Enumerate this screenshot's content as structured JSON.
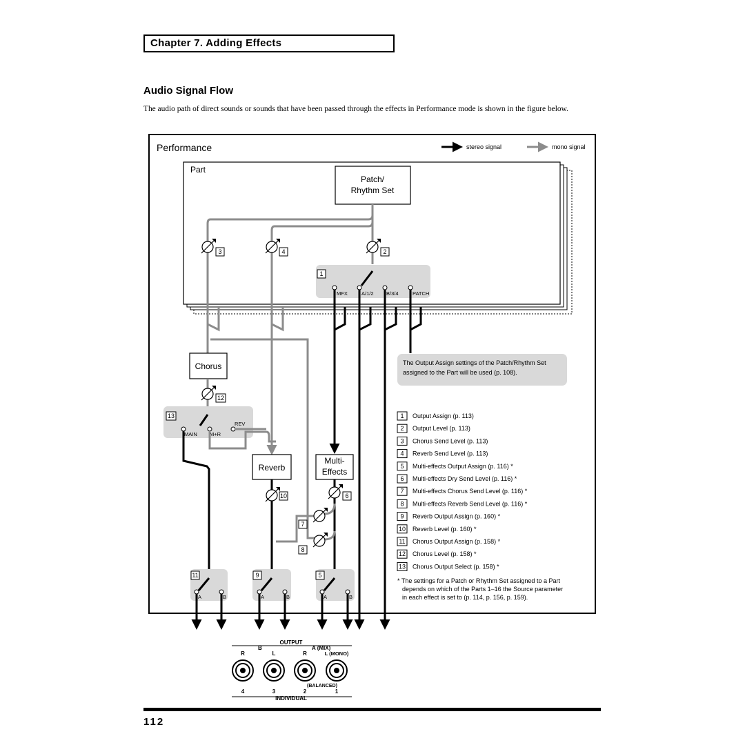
{
  "header": {
    "chapter_title": "Chapter 7. Adding Effects"
  },
  "section": {
    "title": "Audio Signal Flow",
    "intro": "The audio path of direct sounds or sounds that have been passed through the effects in Performance mode is shown in the figure below."
  },
  "diagram": {
    "title": "Performance",
    "legend": {
      "stereo": "stereo signal",
      "mono": "mono signal"
    },
    "part_label": "Part",
    "patch_line1": "Patch/",
    "patch_line2": "Rhythm Set",
    "output_assign_labels": [
      "MFX",
      "A/1/2",
      "B/3/4",
      "PATCH"
    ],
    "chorus_box": "Chorus",
    "reverb_box": "Reverb",
    "mfx_line1": "Multi-",
    "mfx_line2": "Effects",
    "chorus_select_labels": [
      "MAIN",
      "M+R",
      "REV"
    ],
    "switch_labels_a": "A",
    "switch_labels_b": "B",
    "markers": [
      "1",
      "2",
      "3",
      "4",
      "5",
      "6",
      "7",
      "8",
      "9",
      "10",
      "11",
      "12",
      "13"
    ],
    "note_callout": "The Output Assign settings of the Patch/Rhythm Set assigned to the Part will be used (p. 108).",
    "param_list": [
      {
        "num": "1",
        "text": "Output Assign (p. 113)"
      },
      {
        "num": "2",
        "text": "Output Level (p. 113)"
      },
      {
        "num": "3",
        "text": "Chorus Send Level (p. 113)"
      },
      {
        "num": "4",
        "text": "Reverb Send Level (p. 113)"
      },
      {
        "num": "5",
        "text": "Multi-effects Output Assign (p. 116) *"
      },
      {
        "num": "6",
        "text": "Multi-effects Dry Send Level (p. 116) *"
      },
      {
        "num": "7",
        "text": "Multi-effects Chorus Send Level (p. 116) *"
      },
      {
        "num": "8",
        "text": "Multi-effects Reverb Send Level (p. 116) *"
      },
      {
        "num": "9",
        "text": "Reverb Output Assign (p. 160) *"
      },
      {
        "num": "10",
        "text": "Reverb Level (p. 160) *"
      },
      {
        "num": "11",
        "text": "Chorus Output Assign (p. 158) *"
      },
      {
        "num": "12",
        "text": "Chorus Level (p. 158) *"
      },
      {
        "num": "13",
        "text": "Chorus Output Select (p. 158) *"
      }
    ],
    "footnote_lines": [
      "* The settings for a Patch or Rhythm Set assigned to a Part",
      "depends on which of the Parts 1–16 the Source parameter",
      "in each effect is set to (p. 114, p. 156, p. 159)."
    ]
  },
  "jacks": {
    "output_label": "OUTPUT",
    "b_label": "B",
    "a_label": "A (MIX)",
    "channel_labels": [
      "R",
      "L",
      "R",
      "L (MONO)"
    ],
    "balanced_label": "(BALANCED)",
    "individual_numbers": [
      "4",
      "3",
      "2",
      "1"
    ],
    "individual_label": "INDIVIDUAL"
  },
  "footer": {
    "page_number": "112"
  },
  "colors": {
    "mono": "#8c8c8c",
    "stereo": "#000000",
    "panel_gray": "#d9d9d9"
  }
}
